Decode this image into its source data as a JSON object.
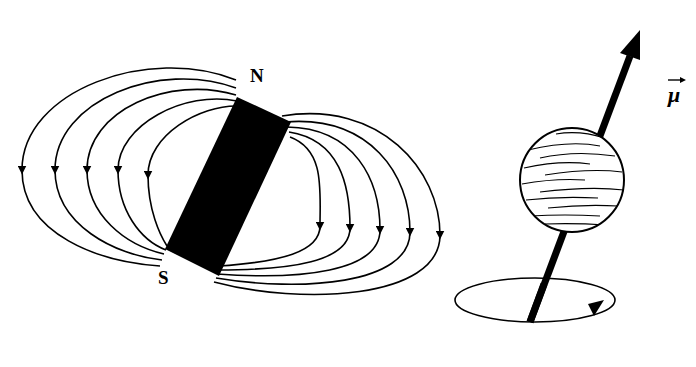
{
  "diagram": {
    "labels": [
      "N",
      "S",
      "μ"
    ]
  }
}
